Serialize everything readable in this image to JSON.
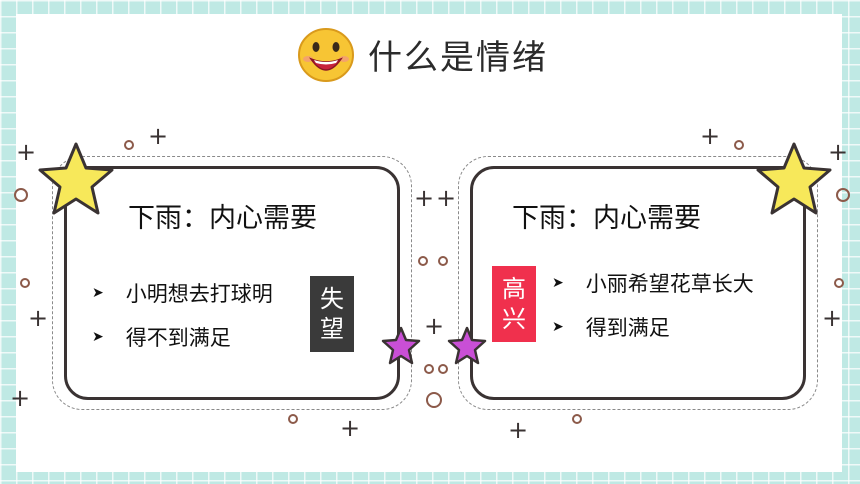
{
  "title": "什么是情绪",
  "left_card": {
    "heading": "下雨：内心需要",
    "bullets": [
      "小明想去打球明",
      "得不到满足"
    ],
    "tag": [
      "失",
      "望"
    ]
  },
  "right_card": {
    "heading": "下雨：内心需要",
    "bullets": [
      "小丽希望花草长大",
      "得到满足"
    ],
    "tag": [
      "高",
      "兴"
    ]
  },
  "icons": {
    "title_emoji": "smiley-face-icon",
    "star_yellow": "yellow-star-icon",
    "star_purple": "purple-star-icon",
    "bullet": "arrowhead-bullet-icon"
  },
  "colors": {
    "left_tag": "#3a3a3a",
    "right_tag": "#f0304d",
    "star_yellow": "#f7e85a",
    "star_purple": "#c94fd6"
  }
}
